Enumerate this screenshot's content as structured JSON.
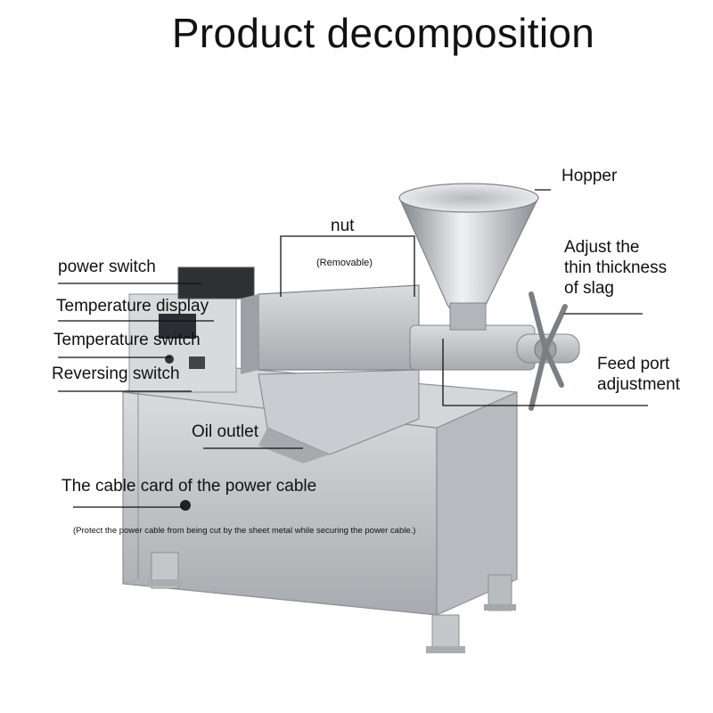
{
  "title": "Product decomposition",
  "labels": {
    "hopper": "Hopper",
    "nut": "nut",
    "removable": "(Removable)",
    "power_switch": "power switch",
    "temperature_display": "Temperature display",
    "temperature_switch": "Temperature switch",
    "reversing_switch": "Reversing switch",
    "adjust_line1": "Adjust the",
    "adjust_line2": "thin thickness",
    "adjust_line3": "of slag",
    "feed_line1": "Feed port",
    "feed_line2": "adjustment",
    "oil_outlet": "Oil outlet",
    "cable_card": "The cable card of the power cable",
    "cable_note": "(Protect the power cable from being cut by the sheet metal while securing the power cable.)"
  }
}
